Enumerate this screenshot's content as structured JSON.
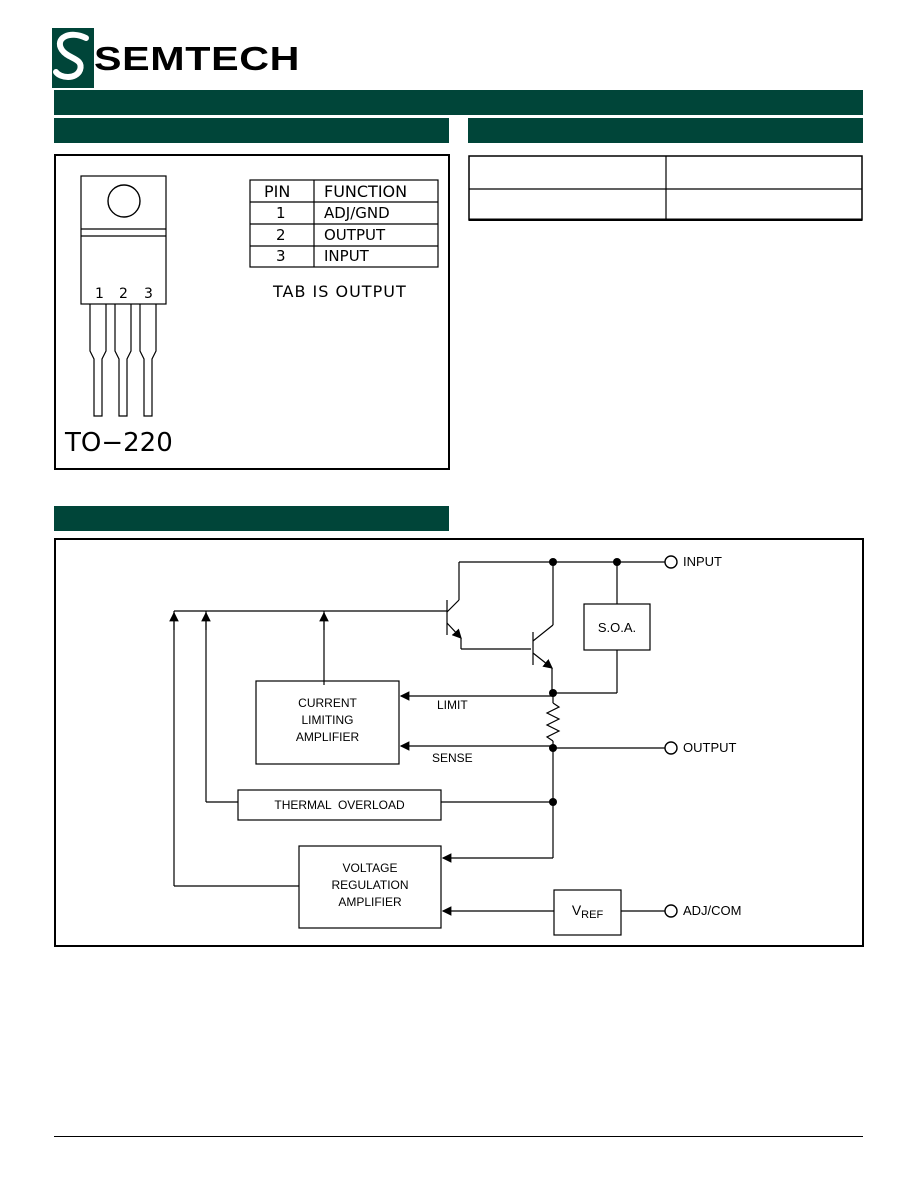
{
  "colors": {
    "brand": "#004539",
    "ink": "#000000"
  },
  "logo": {
    "text": "SEMTECH",
    "mark_icon": "semtech-s-mark"
  },
  "pin_config": {
    "table": {
      "headers": [
        "PIN",
        "FUNCTION"
      ],
      "rows": [
        {
          "pin": "1",
          "function": "ADJ/GND"
        },
        {
          "pin": "2",
          "function": "OUTPUT"
        },
        {
          "pin": "3",
          "function": "INPUT"
        }
      ]
    },
    "tab_note": "TAB IS OUTPUT",
    "lead_numbers": [
      "1",
      "2",
      "3"
    ],
    "package_label": "TO−220"
  },
  "block_diagram": {
    "pins": {
      "input": "INPUT",
      "output": "OUTPUT",
      "adj": "ADJ/COM"
    },
    "blocks": {
      "soa": "S.O.A.",
      "current_limit": [
        "CURRENT",
        "LIMITING",
        "AMPLIFIER"
      ],
      "thermal": "THERMAL  OVERLOAD",
      "voltage_reg": [
        "VOLTAGE",
        "REGULATION",
        "AMPLIFIER"
      ],
      "vref_main": "V",
      "vref_sub": "REF"
    },
    "signals": {
      "limit": "LIMIT",
      "sense": "SENSE"
    }
  }
}
